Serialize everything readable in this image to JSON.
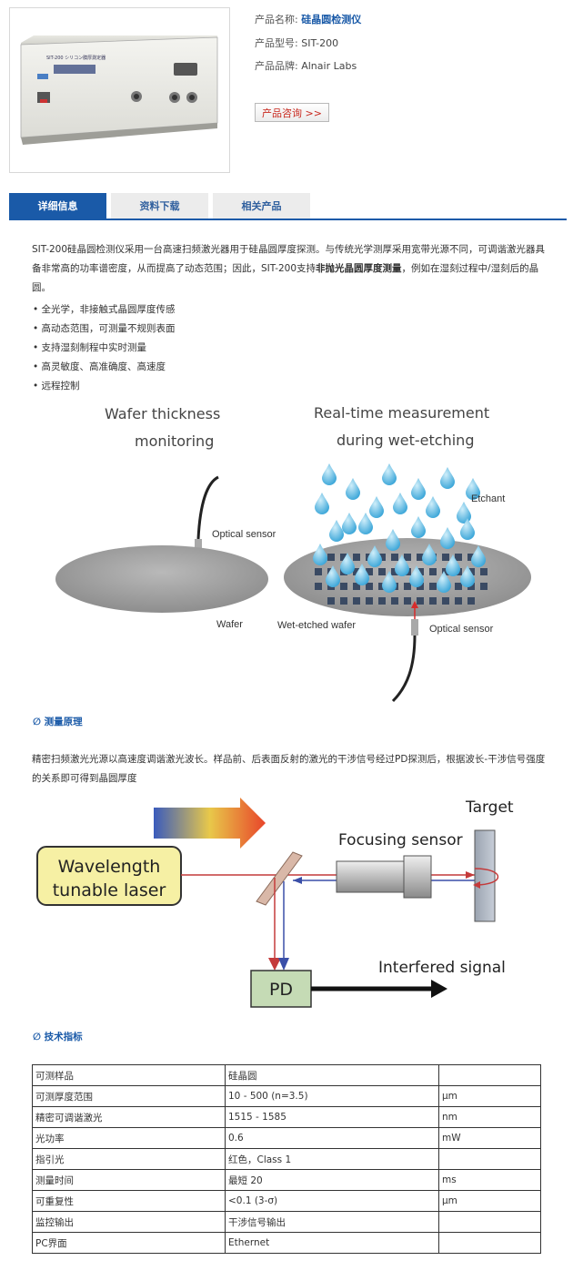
{
  "product": {
    "name_label": "产品名称:",
    "name_value": "硅晶圆检测仪",
    "model_label": "产品型号:",
    "model_value": "SIT-200",
    "brand_label": "产品品牌:",
    "brand_value": "Alnair Labs",
    "inquiry_label": "产品咨询 >>",
    "device_text": "SIT-200 シリコン膜厚測定器"
  },
  "tabs": [
    {
      "label": "详细信息"
    },
    {
      "label": "资料下载"
    },
    {
      "label": "相关产品"
    }
  ],
  "intro": {
    "part1": "SIT-200硅晶圆检测仪采用一台高速扫频激光器用于硅晶圆厚度探测。与传统光学测厚采用宽带光源不同，可调谐激光器具备非常高的功率谱密度，从而提高了动态范围；因此，SIT-200支持",
    "bold": "非抛光晶圆厚度测量",
    "part2": "，例如在湿刻过程中/湿刻后的晶圆。"
  },
  "features": [
    "• 全光学，非接触式晶圆厚度传感",
    "• 高动态范围，可测量不规则表面",
    "• 支持湿刻制程中实时测量",
    "• 高灵敏度、高准确度、高速度",
    "• 远程控制"
  ],
  "diagram1": {
    "left_title_1": "Wafer thickness",
    "left_title_2": "monitoring",
    "right_title_1": "Real-time measurement",
    "right_title_2": "during wet-etching",
    "optical_sensor_left": "Optical sensor",
    "wafer": "Wafer",
    "etchant": "Etchant",
    "wet_etched_wafer": "Wet-etched wafer",
    "optical_sensor_right": "Optical sensor"
  },
  "principle": {
    "heading": "∅ 测量原理",
    "text": "精密扫频激光光源以高速度调谐激光波长。样品前、后表面反射的激光的干涉信号经过PD探测后，根据波长-干涉信号强度的关系即可得到晶圆厚度"
  },
  "diagram2": {
    "laser_1": "Wavelength",
    "laser_2": "tunable laser",
    "focusing_sensor": "Focusing sensor",
    "target": "Target",
    "interfered_signal": "Interfered signal",
    "pd": "PD"
  },
  "specs": {
    "heading": "∅ 技术指标",
    "rows": [
      [
        "可测样品",
        "硅晶圆",
        ""
      ],
      [
        "可测厚度范围",
        "10 - 500 (n=3.5)",
        "μm"
      ],
      [
        "精密可调谐激光",
        "1515 - 1585",
        "nm"
      ],
      [
        "光功率",
        "0.6",
        "mW"
      ],
      [
        "指引光",
        "红色，Class 1",
        ""
      ],
      [
        "测量时间",
        "最短 20",
        "ms"
      ],
      [
        "可重复性",
        "<0.1 (3-σ)",
        "μm"
      ],
      [
        "监控输出",
        "干涉信号输出",
        ""
      ],
      [
        "PC界面",
        "Ethernet",
        ""
      ]
    ]
  }
}
